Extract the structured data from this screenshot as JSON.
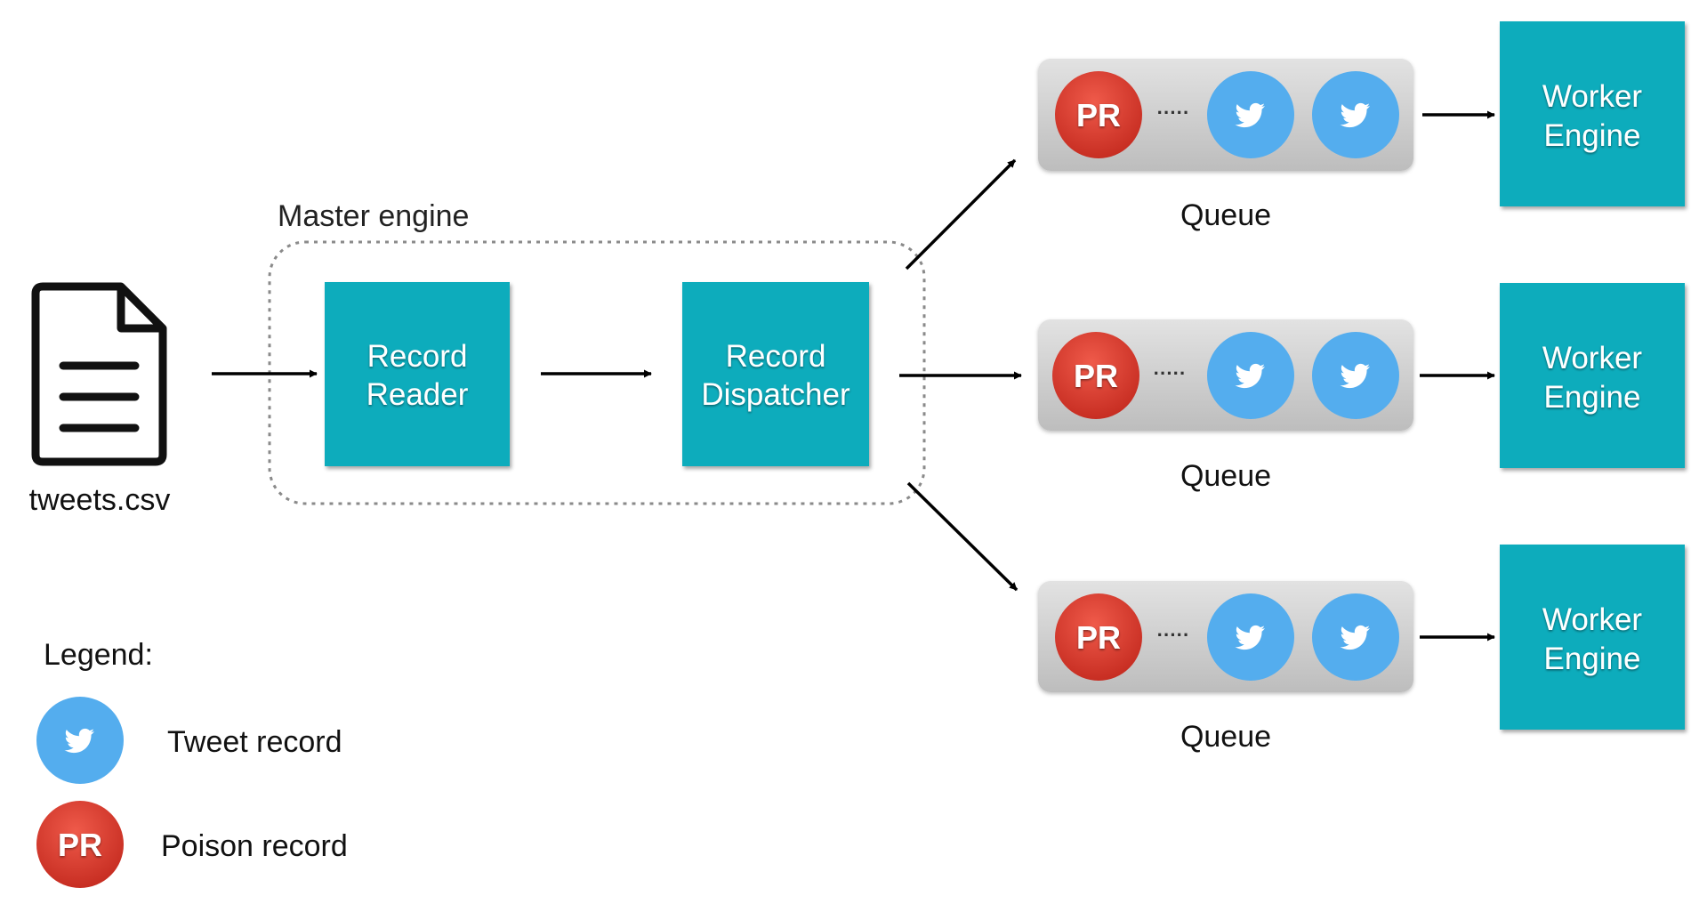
{
  "file": {
    "name": "tweets.csv",
    "icon": "document-icon"
  },
  "master": {
    "label": "Master engine",
    "reader_line1": "Record",
    "reader_line2": "Reader",
    "dispatcher_line1": "Record",
    "dispatcher_line2": "Dispatcher"
  },
  "queues": [
    {
      "label": "Queue",
      "poison_label": "PR",
      "ellipsis": "·····",
      "worker_line1": "Worker",
      "worker_line2": "Engine"
    },
    {
      "label": "Queue",
      "poison_label": "PR",
      "ellipsis": "·····",
      "worker_line1": "Worker",
      "worker_line2": "Engine"
    },
    {
      "label": "Queue",
      "poison_label": "PR",
      "ellipsis": "·····",
      "worker_line1": "Worker",
      "worker_line2": "Engine"
    }
  ],
  "legend": {
    "title": "Legend:",
    "tweet_label": "Tweet record",
    "poison_label": "Poison record",
    "poison_badge": "PR"
  },
  "colors": {
    "teal": "#07acbc",
    "tweet_blue": "#54adee",
    "poison_red": "#d8372a",
    "queue_gray": "#c9c9c9"
  }
}
